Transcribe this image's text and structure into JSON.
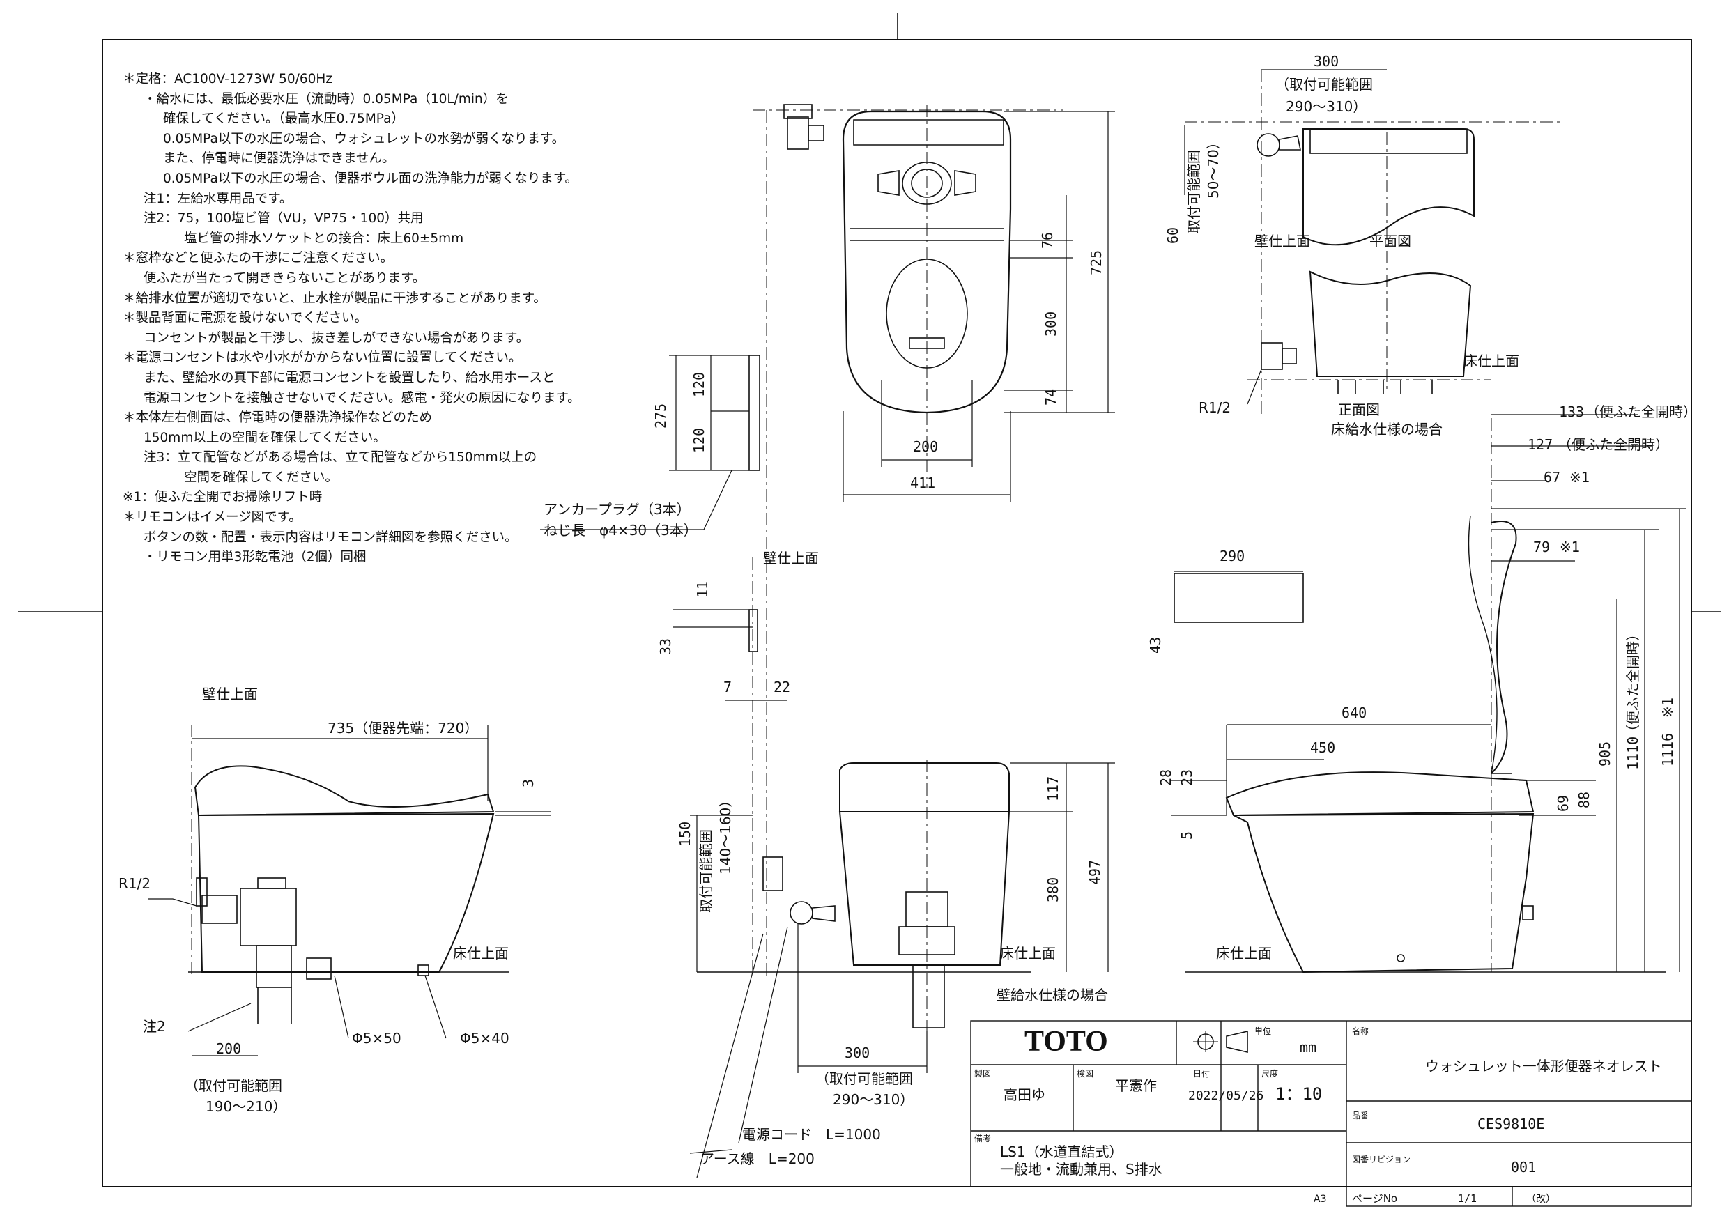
{
  "notes": [
    "＊定格：AC100V-1273W 50/60Hz",
    "・給水には、最低必要水圧（流動時）0.05MPa（10L/min）を",
    "確保してください。（最高水圧0.75MPa）",
    "0.05MPa以下の水圧の場合、ウォシュレットの水勢が弱くなります。",
    "また、停電時に便器洗浄はできません。",
    "0.05MPa以下の水圧の場合、便器ボウル面の洗浄能力が弱くなります。",
    "注1：左給水専用品です。",
    "注2：75，100塩ビ管（VU，VP75・100）共用",
    "塩ビ管の排水ソケットとの接合：床上60±5mm",
    "＊窓枠などと便ふたの干渉にご注意ください。",
    "便ふたが当たって開ききらないことがあります。",
    "＊給排水位置が適切でないと、止水栓が製品に干渉することがあります。",
    "＊製品背面に電源を設けないでください。",
    "コンセントが製品と干渉し、抜き差しができない場合があります。",
    "＊電源コンセントは水や小水がかからない位置に設置してください。",
    "また、壁給水の真下部に電源コンセントを設置したり、給水用ホースと",
    "電源コンセントを接触させないでください。感電・発火の原因になります。",
    "＊本体左右側面は、停電時の便器洗浄操作などのため",
    "150mm以上の空間を確保してください。",
    "注3：立て配管などがある場合は、立て配管などから150mm以上の",
    "空間を確保してください。",
    "※1：便ふた全開でお掃除リフト時",
    "＊リモコンはイメージ図です。",
    "ボタンの数・配置・表示内容はリモコン詳細図を参照ください。",
    "・リモコン用単3形乾電池（2個）同梱"
  ],
  "labels": {
    "wall_top": "壁仕上面",
    "floor_top": "床仕上面",
    "plan_view": "平面図",
    "front_view": "正面図",
    "floor_supply_case": "床給水仕様の場合",
    "wall_supply_case": "壁給水仕様の場合",
    "anchor_plug": "アンカープラグ（3本）",
    "screw_length": "ねじ長　φ4×30（3本）",
    "r12": "R1/2",
    "note2": "注2",
    "phi5x50": "Φ5×50",
    "phi5x40": "Φ5×40",
    "power_cord": "電源コード　L=1000",
    "earth_wire": "アース線　L=200",
    "range_label": "（取付可能範囲",
    "range_label_v": "取付可能範囲",
    "range_290_310": "290～310）",
    "range_50_70": "50～70）",
    "range_190_210": "190～210）",
    "range_140_160": "140～160）",
    "lid_open": "（便ふた全開時）",
    "lid_open_v": "（便ふた全開時）",
    "mark1": "※1",
    "tip_720": "735（便器先端：720）"
  },
  "dims": {
    "d300_top": "300",
    "d60": "60",
    "d76": "76",
    "d300v": "300",
    "d74": "74",
    "d725": "725",
    "d200": "200",
    "d411": "411",
    "d275": "275",
    "d120a": "120",
    "d120b": "120",
    "d11": "11",
    "d33": "33",
    "d7": "7",
    "d22": "22",
    "d290": "290",
    "d43": "43",
    "d133": "133",
    "d127": "127",
    "d67": "67",
    "d79": "79",
    "d640": "640",
    "d450": "450",
    "d28": "28",
    "d23": "23",
    "d5": "5",
    "d69": "69",
    "d88": "88",
    "d905": "905",
    "d1110": "1110",
    "d1116": "1116",
    "d3": "3",
    "d117": "117",
    "d380": "380",
    "d497": "497",
    "d150": "150",
    "d300b": "300",
    "d200b": "200"
  },
  "title_block": {
    "brand": "TOTO",
    "unit_label": "単位",
    "unit": "mm",
    "name_label": "名称",
    "product_name": "ウォシュレット一体形便器ネオレスト",
    "drawn_label": "製図",
    "drawn_by": "高田ゆ",
    "check_label": "検図",
    "checked_by": "平憲作",
    "date_label": "日付",
    "date": "2022/05/26",
    "scale_label": "尺度",
    "scale": "1：10",
    "model_label": "品番",
    "model": "CES9810E",
    "remarks_label": "備考",
    "remarks_1": "LS1（水道直結式）",
    "remarks_2": "一般地・流動兼用、S排水",
    "revision_label": "図番リビジョン",
    "revision": "001",
    "paper": "A3",
    "page_label": "ページNo",
    "page_no": "1/1",
    "page_mark": "（改）"
  }
}
